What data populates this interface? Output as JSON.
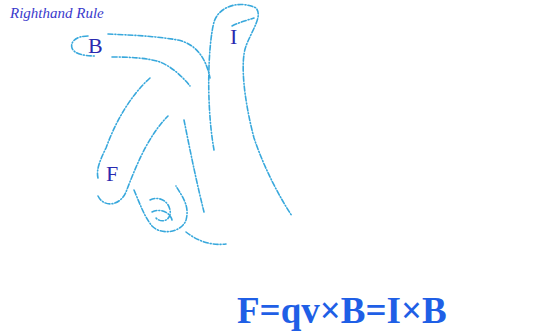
{
  "diagram": {
    "title": "Righthand Rule",
    "caption": "F=qv×B=I×B",
    "labels": [
      "I",
      "B",
      "F"
    ]
  }
}
